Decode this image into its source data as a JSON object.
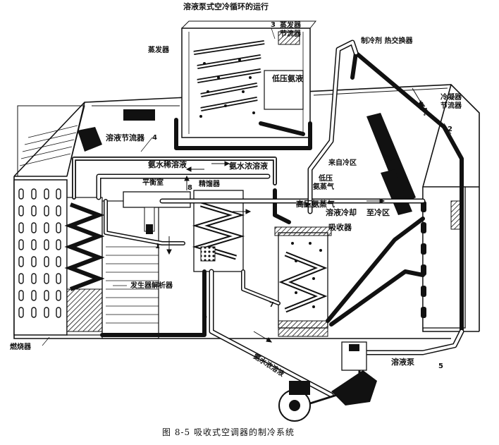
{
  "title": "溶液泵式空冷循环的运行",
  "caption": "图 8-5   吸收式空调器的制冷系统",
  "labels": {
    "evaporator": "蒸发器",
    "evap_throttle_line1": "蒸发器",
    "evap_throttle_line2": "节流器",
    "refrigerant_hx": "制冷剂 热交换器",
    "low_pressure_ammonia_liquid": "低压氨液",
    "condenser_throttle_line1": "冷凝器",
    "condenser_throttle_line2": "节流器",
    "ammonia_gas_rotated": "氨气",
    "solution_throttle": "溶液节流器",
    "from_cooling_zone": "来自冷区",
    "dilute_solution": "氨水稀溶液",
    "strong_solution": "氨水浓溶液",
    "low_pressure_vapor_line1": "低压",
    "low_pressure_vapor_line2": "氨蒸气",
    "balance_chamber": "平衡室",
    "rectifier": "精馏器",
    "high_pressure_vapor": "高压氨蒸气",
    "solution_cooling": "溶液冷却",
    "to_cooling_zone": "至冷区",
    "absorber": "吸收器",
    "generator_analyzer": "发生器解析器",
    "burner": "燃烧器",
    "solution_pump": "溶液泵",
    "strong_solution_bottom": "氨水浓溶液"
  },
  "numbers": {
    "n1": "1",
    "n2": "2",
    "n3": "3",
    "n4": "4",
    "n5": "5",
    "n6": "6",
    "n7": "7",
    "n8": "8"
  },
  "colors": {
    "ink": "#111111",
    "pipe_dark": "#1a1a1a",
    "pipe_light": "#ffffff",
    "paper": "#ffffff"
  }
}
